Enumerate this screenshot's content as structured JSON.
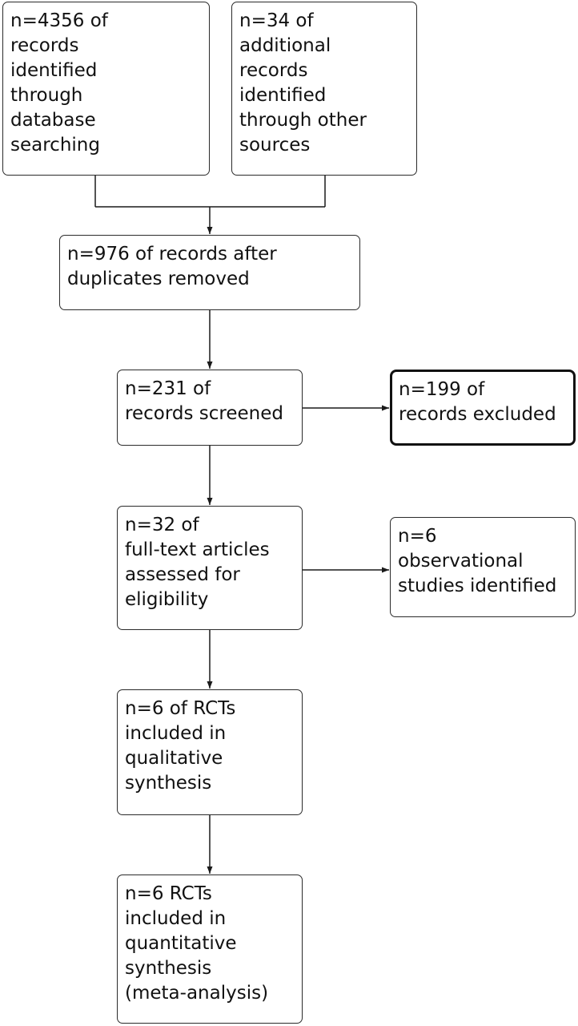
{
  "flowchart": {
    "identified_database": "n=4356 of\nrecords\nidentified\nthrough\ndatabase\nsearching",
    "identified_other": "n=34 of\nadditional\nrecords\nidentified\nthrough other\nsources",
    "after_duplicates": "n=976 of records after\nduplicates removed",
    "screened": "n=231 of\nrecords screened",
    "excluded": "n=199 of\nrecords excluded",
    "full_text": "n=32 of\nfull-text articles\nassessed for\neligibility",
    "observational": "n=6\nobservational\nstudies identified",
    "qualitative": "n=6 of RCTs\nincluded in\nqualitative\nsynthesis",
    "quantitative": "n=6 RCTs\nincluded in\nquantitative\nsynthesis\n(meta-analysis)"
  },
  "colors": {
    "line": "#1a1a1a",
    "box_border": "#2b2b2b",
    "text": "#111111",
    "background": "#ffffff"
  }
}
